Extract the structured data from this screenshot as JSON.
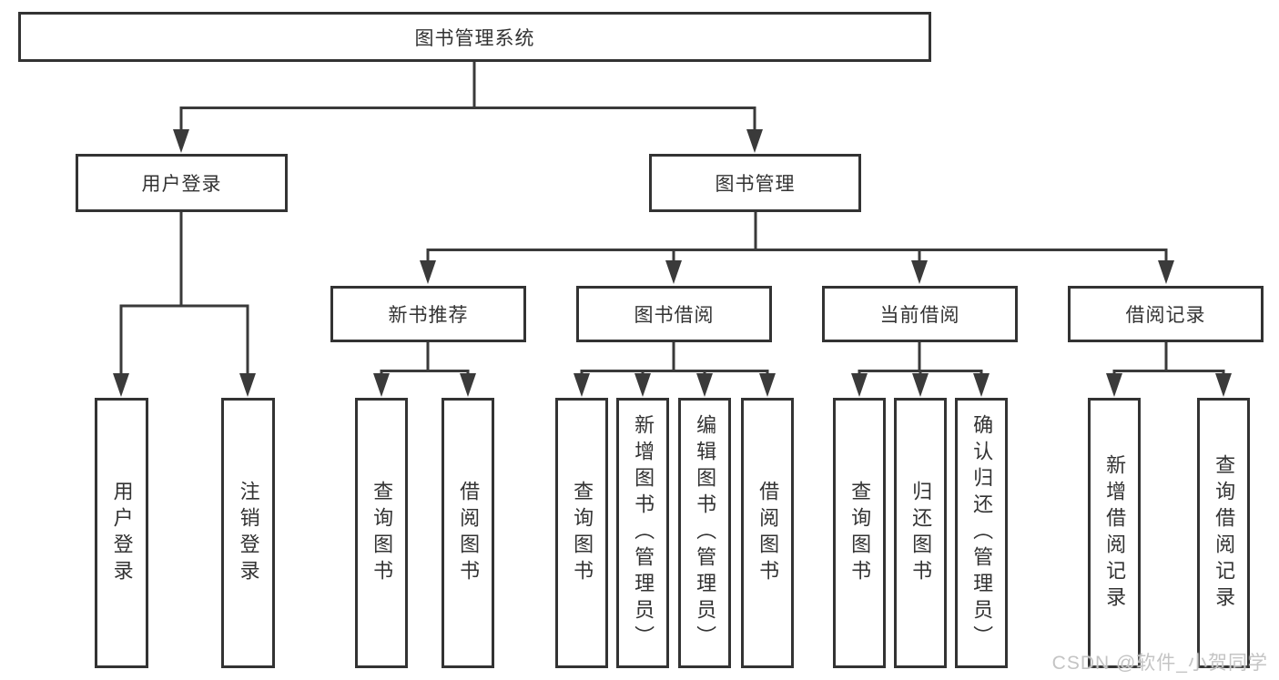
{
  "tree": {
    "label": "图书管理系统",
    "children": [
      {
        "label": "用户登录",
        "children": [
          {
            "label": "用户登录"
          },
          {
            "label": "注销登录"
          }
        ]
      },
      {
        "label": "图书管理",
        "children": [
          {
            "label": "新书推荐",
            "children": [
              {
                "label": "查询图书"
              },
              {
                "label": "借阅图书"
              }
            ]
          },
          {
            "label": "图书借阅",
            "children": [
              {
                "label": "查询图书"
              },
              {
                "label": "新增图书（管理员）"
              },
              {
                "label": "编辑图书（管理员）"
              },
              {
                "label": "借阅图书"
              }
            ]
          },
          {
            "label": "当前借阅",
            "children": [
              {
                "label": "查询图书"
              },
              {
                "label": "归还图书"
              },
              {
                "label": "确认归还（管理员）"
              }
            ]
          },
          {
            "label": "借阅记录",
            "children": [
              {
                "label": "新增借阅记录"
              },
              {
                "label": "查询借阅记录"
              }
            ]
          }
        ]
      }
    ]
  },
  "watermark": "CSDN @软件_小贺同学",
  "colors": {
    "line": "#3a3a3a",
    "box_border": "#333333",
    "text": "#333333",
    "background": "#ffffff",
    "watermark": "#c4c4c4"
  }
}
